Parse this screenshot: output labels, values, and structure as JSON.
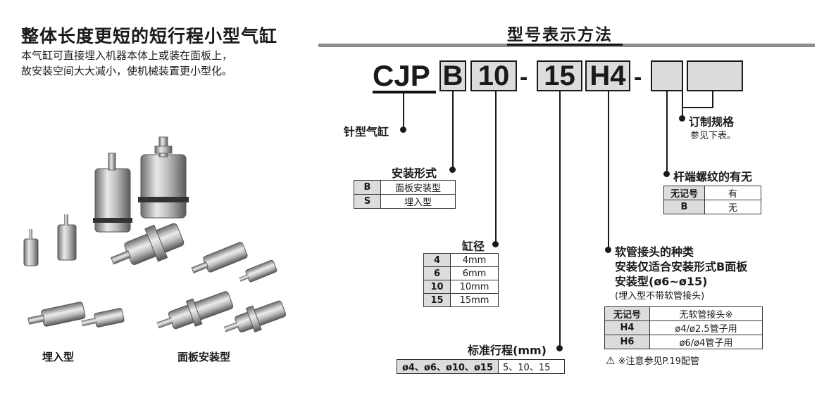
{
  "left": {
    "title": "整体长度更短的短行程小型气缸",
    "desc_line1": "本气缸可直接埋入机器本体上或装在面板上，",
    "desc_line2": "故安装空间大大减小，使机械装置更小型化。",
    "caption_embed": "埋入型",
    "caption_panel": "面板安装型"
  },
  "model": {
    "section_title": "型号表示方法",
    "prefix": "CJP",
    "mount_code": "B",
    "bore_code": "10",
    "dash1": "-",
    "stroke_code": "15",
    "fitting_code": "H4",
    "dash2": "-"
  },
  "labels": {
    "pin_cylinder": "针型气缸",
    "custom_spec": "订制规格",
    "custom_spec_note": "参见下表。",
    "rod_thread": "杆端螺纹的有无",
    "mount_type": "安装形式",
    "bore": "缸径",
    "fitting_title": "软管接头的种类",
    "fitting_note1": "安装仅适合安装形式B面板",
    "fitting_note2": "安装型(ø6~ø15)",
    "fitting_note3": "(埋入型不带软管接头)",
    "stroke": "标准行程(mm)",
    "caution": "※注意参见P.19配管"
  },
  "tables": {
    "mount": [
      {
        "code": "B",
        "desc": "面板安装型"
      },
      {
        "code": "S",
        "desc": "埋入型"
      }
    ],
    "bore": [
      {
        "code": "4",
        "desc": "4mm"
      },
      {
        "code": "6",
        "desc": "6mm"
      },
      {
        "code": "10",
        "desc": "10mm"
      },
      {
        "code": "15",
        "desc": "15mm"
      }
    ],
    "rod": [
      {
        "code": "无记号",
        "desc": "有"
      },
      {
        "code": "B",
        "desc": "无"
      }
    ],
    "fitting": [
      {
        "code": "无记号",
        "desc": "无软管接头※"
      },
      {
        "code": "H4",
        "desc": "ø4/ø2.5管子用"
      },
      {
        "code": "H6",
        "desc": "ø6/ø4管子用"
      }
    ],
    "stroke": {
      "code": "ø4、ø6、ø10、ø15",
      "desc": "5、10、15"
    }
  },
  "colors": {
    "box_fill": "#dcdcdc",
    "rule": "#8c8c8c",
    "text": "#1a1a1a"
  }
}
